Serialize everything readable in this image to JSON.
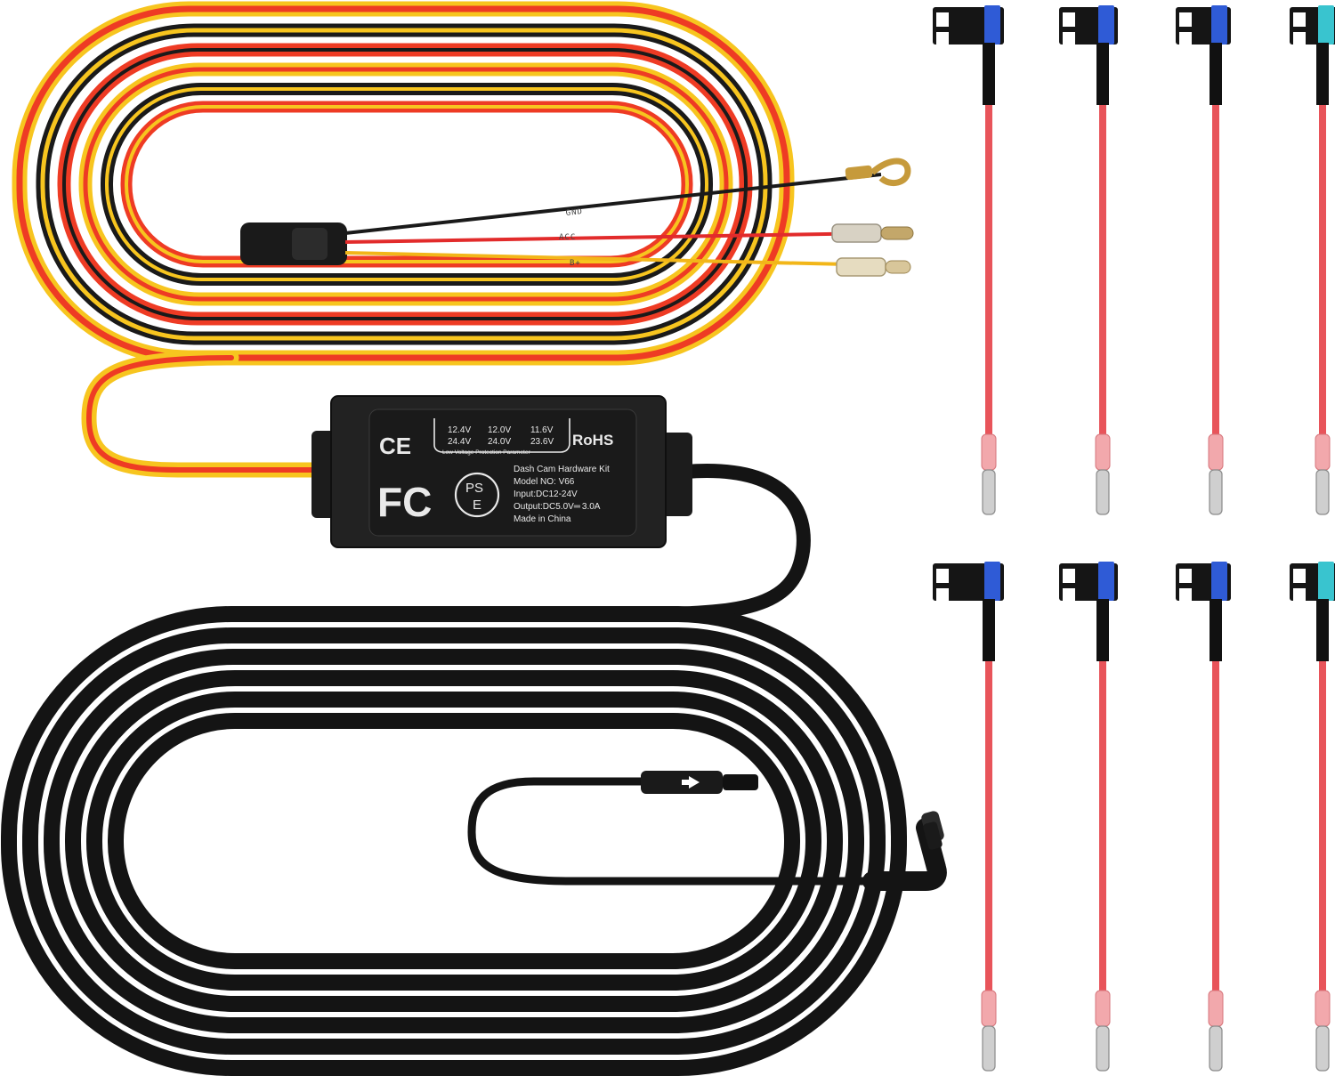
{
  "colors": {
    "background": "#ffffff",
    "yellow_wire": "#f7c51f",
    "red_wire": "#ee3b24",
    "black_wire": "#1a1a1a",
    "fuse_wire": "#e8545a",
    "module_body": "#222222",
    "module_text": "#e9e9e9",
    "fuse_blue": "#2f5bd6",
    "fuse_teal": "#39c4cf"
  },
  "wire_labels": {
    "gnd": "GND",
    "acc": "ACC",
    "bplus": "B+"
  },
  "module": {
    "voltage_table": {
      "row1": [
        "12.4V",
        "12.0V",
        "11.6V"
      ],
      "row2": [
        "24.4V",
        "24.0V",
        "23.6V"
      ],
      "caption": "Low Voltage Protection Parameter"
    },
    "marks": {
      "ce": "CE",
      "rohs": "RoHS",
      "fcc": "FC",
      "pse_line1": "PS",
      "pse_line2": "E"
    },
    "spec_lines": [
      "Dash Cam Hardware Kit",
      "Model NO: V66",
      "Input:DC12-24V",
      "Output:DC5.0V═ 3.0A",
      "Made in China"
    ]
  },
  "connector_icon": "arrow-right-icon",
  "fuse_taps": [
    {
      "fuse_color": "blue",
      "size": "standard"
    },
    {
      "fuse_color": "blue",
      "size": "mini"
    },
    {
      "fuse_color": "blue",
      "size": "low-profile"
    },
    {
      "fuse_color": "teal",
      "size": "micro"
    },
    {
      "fuse_color": "blue",
      "size": "standard"
    },
    {
      "fuse_color": "blue",
      "size": "mini"
    },
    {
      "fuse_color": "blue",
      "size": "low-profile"
    },
    {
      "fuse_color": "teal",
      "size": "micro"
    }
  ]
}
